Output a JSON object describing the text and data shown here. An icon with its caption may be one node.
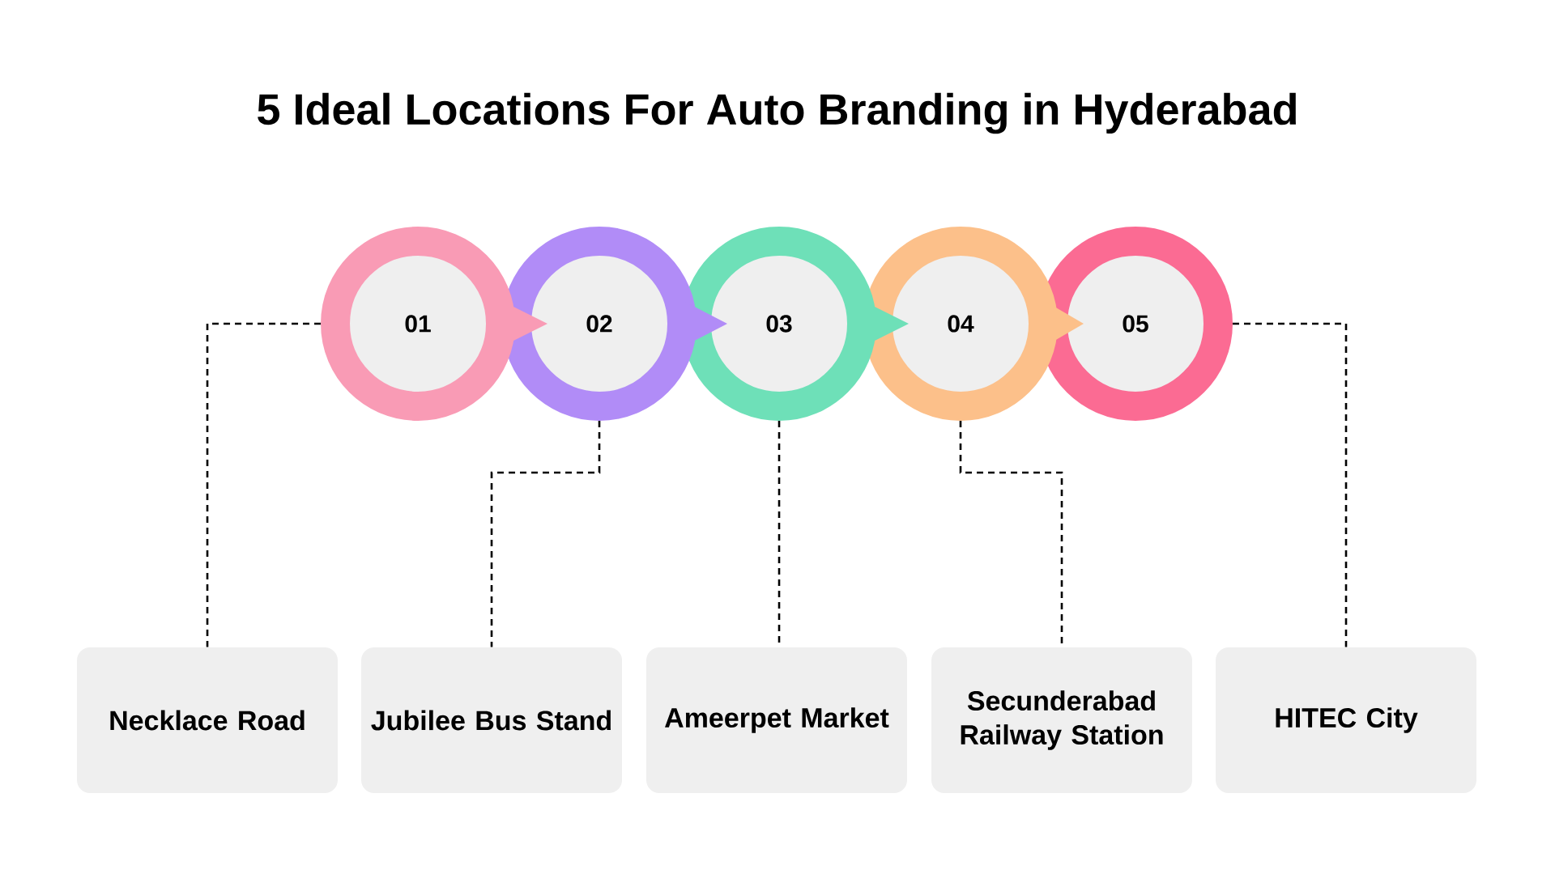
{
  "diagram": {
    "title": "5 Ideal Locations For Auto Branding in Hyderabad",
    "nodes": [
      {
        "text": [
          "01"
        ]
      },
      {
        "text": [
          "02"
        ]
      },
      {
        "text": [
          "03"
        ]
      },
      {
        "text": [
          "04"
        ]
      },
      {
        "text": [
          "05"
        ]
      },
      {
        "text": [
          "Necklace Road"
        ]
      },
      {
        "text": [
          "Jubilee Bus Stand"
        ]
      },
      {
        "text": [
          "Ameerpet Market"
        ]
      },
      {
        "text": [
          "Secunderabad Railway Station"
        ]
      },
      {
        "text": [
          "HITEC City"
        ]
      }
    ],
    "edges": [
      {
        "from": 0,
        "to": 1,
        "arrow": "to"
      },
      {
        "from": 1,
        "to": 2,
        "arrow": "to"
      },
      {
        "from": 2,
        "to": 3,
        "arrow": "to"
      },
      {
        "from": 3,
        "to": 4,
        "arrow": "to"
      },
      {
        "from": 0,
        "to": 5,
        "arrow": "none",
        "style": "dashed"
      },
      {
        "from": 1,
        "to": 6,
        "arrow": "none",
        "style": "dashed"
      },
      {
        "from": 2,
        "to": 7,
        "arrow": "none",
        "style": "dashed"
      },
      {
        "from": 3,
        "to": 8,
        "arrow": "none",
        "style": "dashed"
      },
      {
        "from": 4,
        "to": 9,
        "arrow": "none",
        "style": "dashed"
      }
    ]
  }
}
